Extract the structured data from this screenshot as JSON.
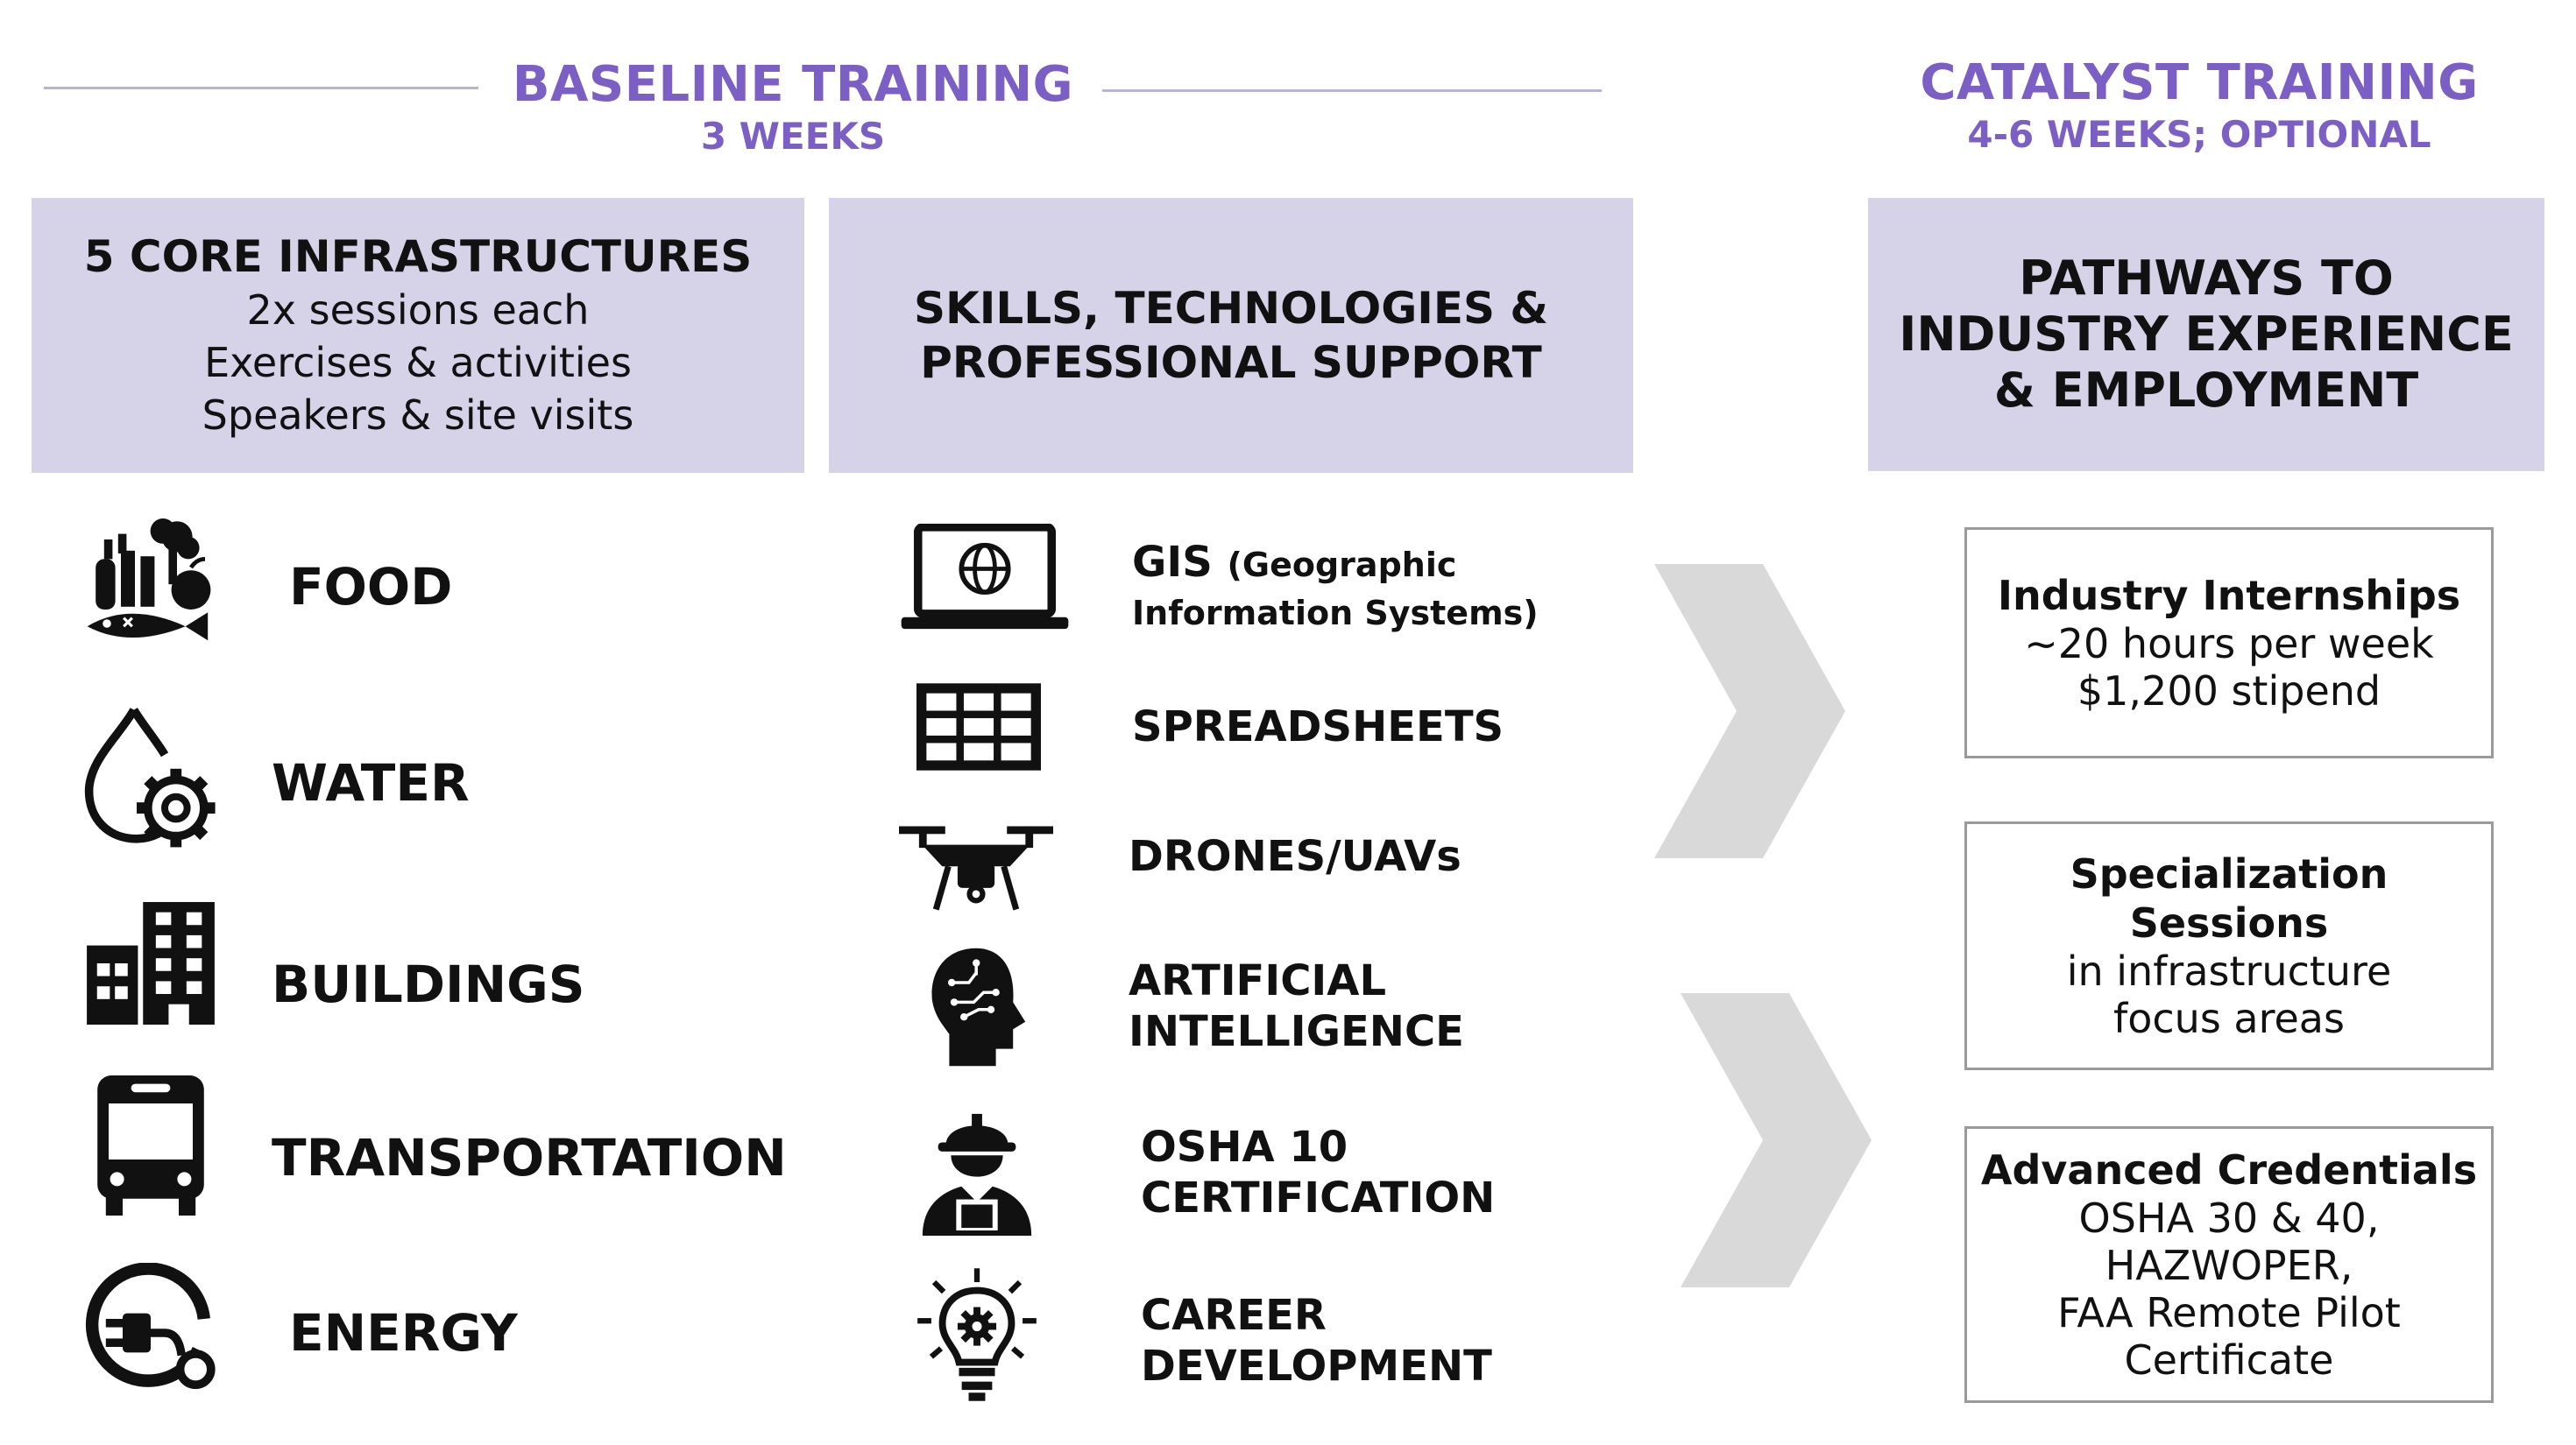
{
  "baseline": {
    "title": "BASELINE TRAINING",
    "subtitle": "3 WEEKS"
  },
  "catalyst": {
    "title": "CATALYST  TRAINING",
    "subtitle": "4-6 WEEKS; OPTIONAL"
  },
  "core_box": {
    "title": "5 CORE INFRASTRUCTURES",
    "lines": [
      "2x sessions each",
      "Exercises & activities",
      "Speakers & site visits"
    ]
  },
  "skills_box": {
    "lines": [
      "SKILLS, TECHNOLOGIES &",
      "PROFESSIONAL SUPPORT"
    ]
  },
  "pathways_box": {
    "lines": [
      "PATHWAYS  TO",
      "INDUSTRY EXPERIENCE",
      "& EMPLOYMENT"
    ]
  },
  "infrastructures": [
    {
      "label": "FOOD",
      "icon": "food-icon"
    },
    {
      "label": "WATER",
      "icon": "water-gear-icon"
    },
    {
      "label": "BUILDINGS",
      "icon": "buildings-icon"
    },
    {
      "label": "TRANSPORTATION",
      "icon": "bus-icon"
    },
    {
      "label": "ENERGY",
      "icon": "energy-plug-icon"
    }
  ],
  "skills": [
    {
      "label": "GIS",
      "detail_1": "(Geographic",
      "detail_2": "Information Systems)",
      "icon": "laptop-globe-icon"
    },
    {
      "label": "SPREADSHEETS",
      "icon": "spreadsheet-icon"
    },
    {
      "label": "DRONES/UAVs",
      "icon": "drone-icon"
    },
    {
      "label_1": "ARTIFICIAL",
      "label_2": "INTELLIGENCE",
      "icon": "ai-head-icon"
    },
    {
      "label_1": "OSHA 10",
      "label_2": "CERTIFICATION",
      "icon": "worker-helmet-icon"
    },
    {
      "label_1": "CAREER",
      "label_2": "DEVELOPMENT",
      "icon": "lightbulb-gear-icon"
    }
  ],
  "pathways": [
    {
      "title": "Industry Internships",
      "lines": [
        "~20 hours per week",
        "$1,200 stipend"
      ]
    },
    {
      "title": "Specialization Sessions",
      "lines": [
        "in infrastructure",
        "focus areas"
      ]
    },
    {
      "title": "Advanced Credentials",
      "lines": [
        "OSHA 30 & 40,",
        "HAZWOPER,",
        "FAA Remote Pilot",
        "Certificate"
      ]
    }
  ],
  "colors": {
    "accent": "#7b5fc4",
    "header_box": "#d6d2e8",
    "chevron": "#d9d9d9",
    "card_border": "#9a9a9a"
  }
}
